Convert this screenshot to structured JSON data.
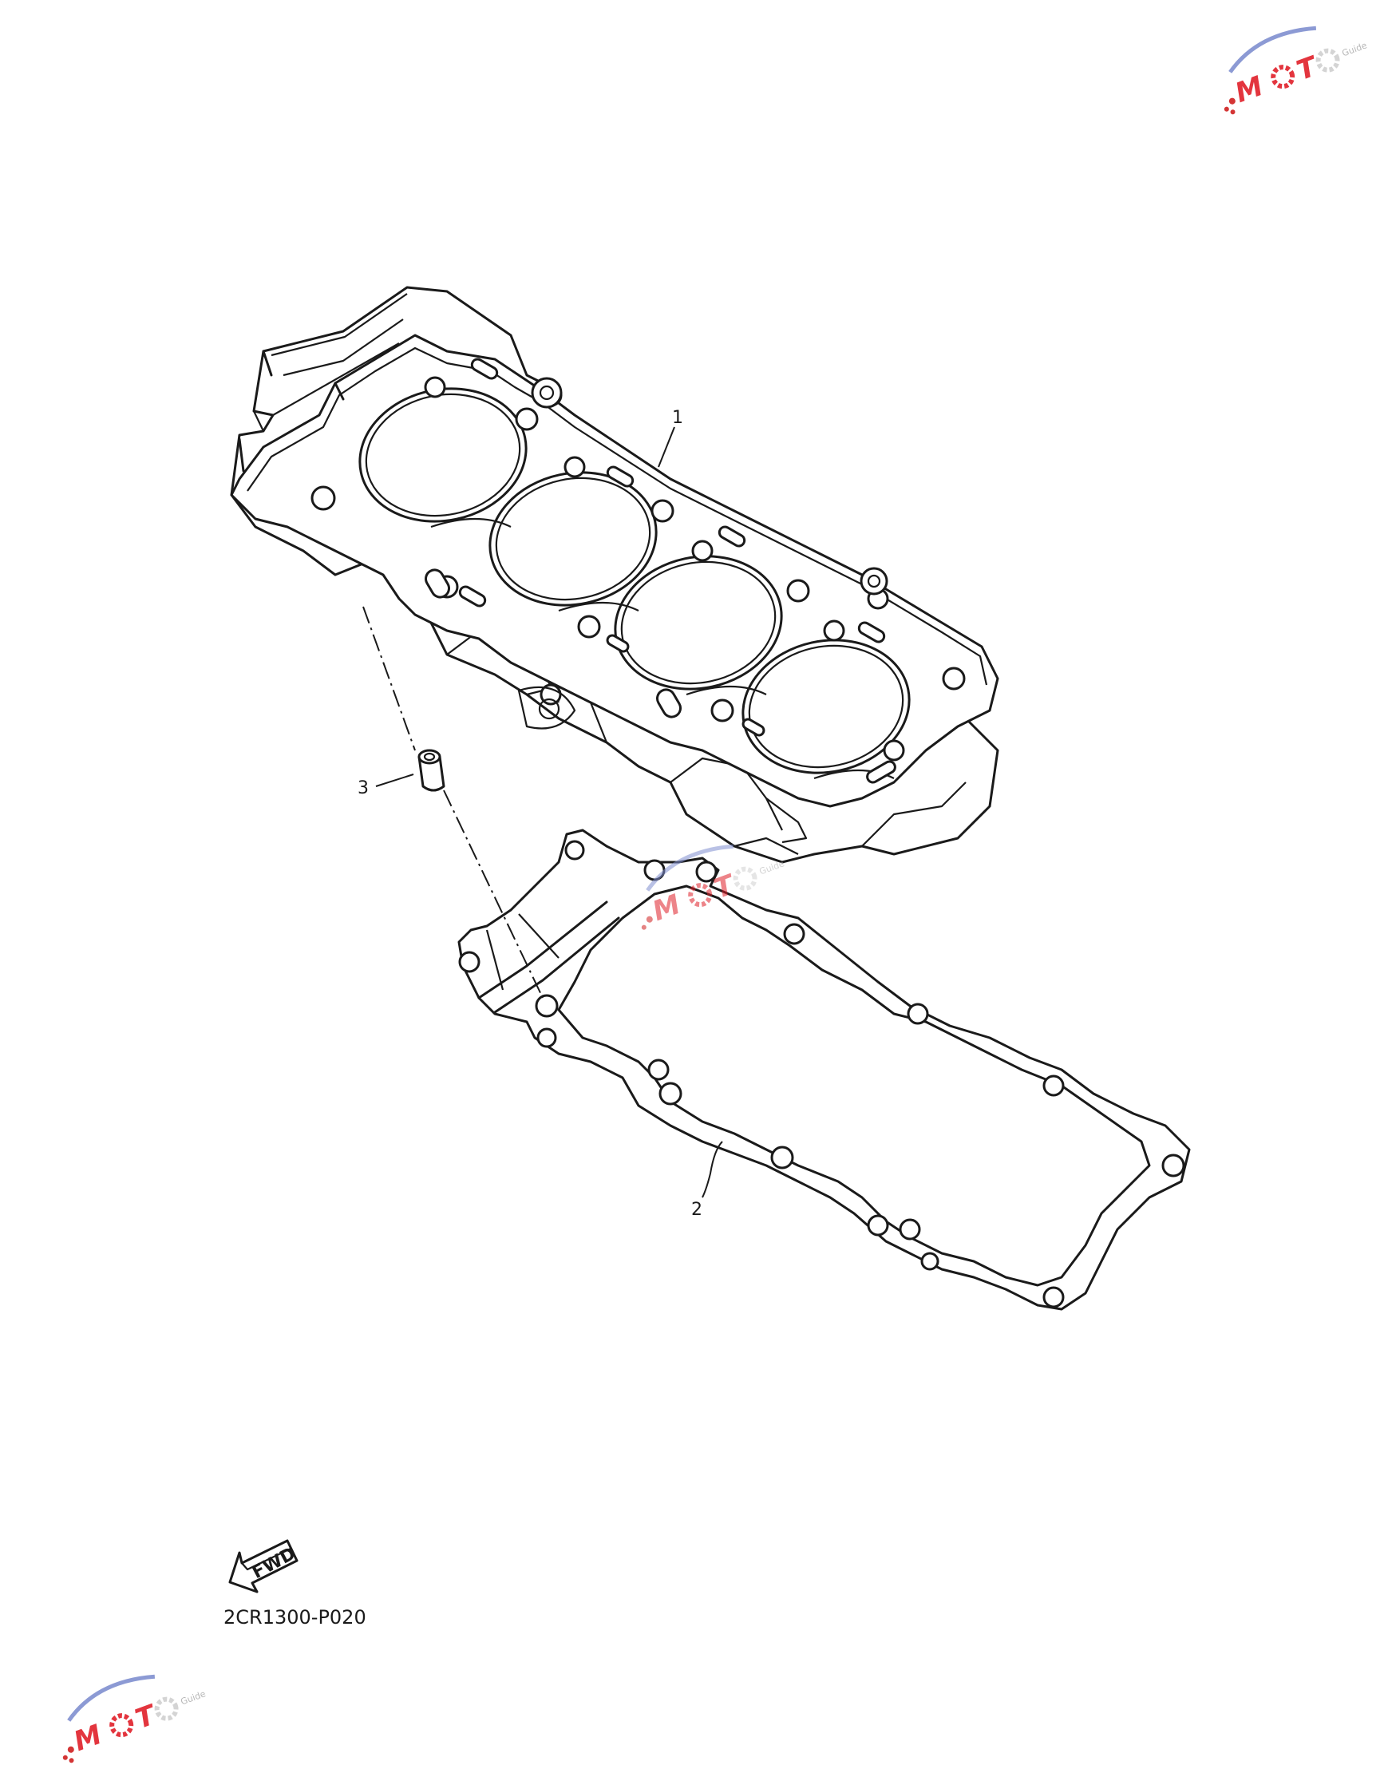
{
  "diagram_code": "2CR1300-P020",
  "callouts": [
    {
      "id": "1",
      "label": "1"
    },
    {
      "id": "2",
      "label": "2"
    },
    {
      "id": "3",
      "label": "3"
    }
  ],
  "fwd_label": "FWD",
  "watermark": {
    "text": "MOTO",
    "subtext": "Guide",
    "colors": {
      "gear": "#e0202a",
      "swoosh": "#8090d0",
      "dots": "#d02020"
    }
  }
}
